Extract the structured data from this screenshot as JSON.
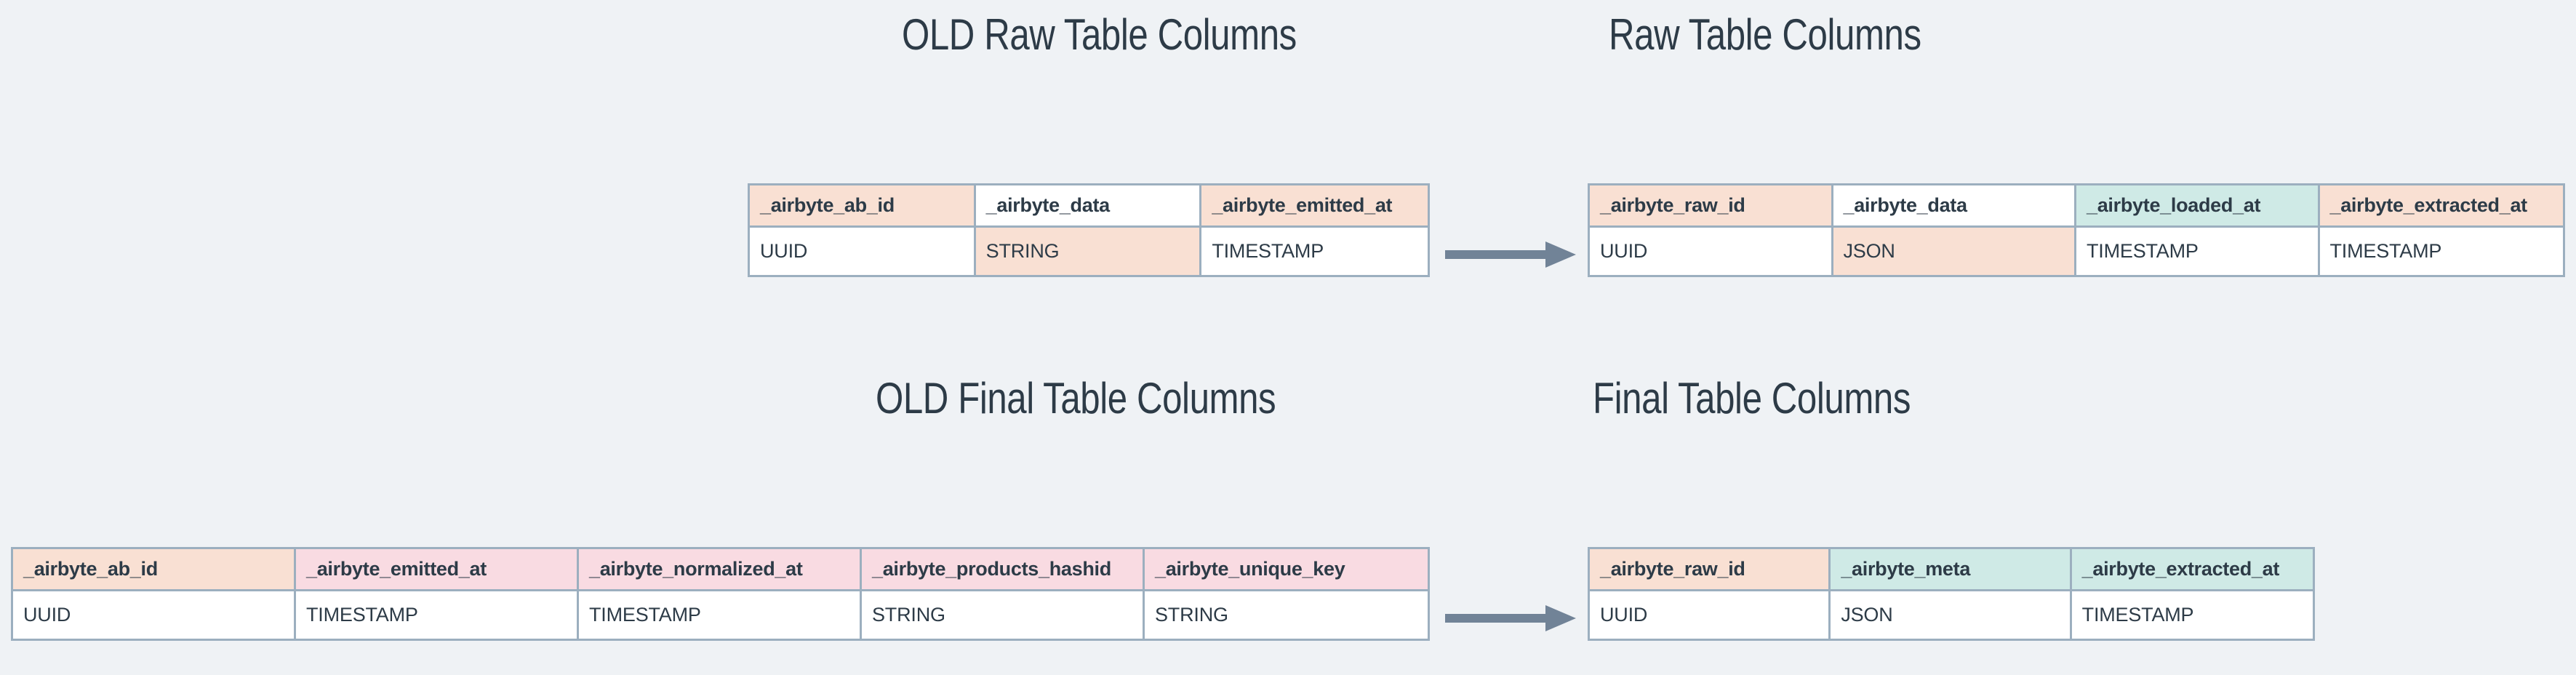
{
  "page": {
    "background_color": "#eff2f5",
    "text_color": "#2d3b47",
    "border_color": "#9cafbf",
    "arrow_color": "#718397",
    "peach_color": "#f9e0d3",
    "pink_color": "#f9dbe2",
    "mint_color": "#cfeae6"
  },
  "sections": {
    "old_raw": {
      "title": "OLD Raw Table Columns",
      "columns": [
        {
          "name": "_airbyte_ab_id",
          "type": "UUID",
          "header_fill": "peach",
          "type_fill": "white"
        },
        {
          "name": "_airbyte_data",
          "type": "STRING",
          "header_fill": "white",
          "type_fill": "peach"
        },
        {
          "name": "_airbyte_emitted_at",
          "type": "TIMESTAMP",
          "header_fill": "peach",
          "type_fill": "white"
        }
      ]
    },
    "new_raw": {
      "title": "Raw Table Columns",
      "columns": [
        {
          "name": "_airbyte_raw_id",
          "type": "UUID",
          "header_fill": "peach",
          "type_fill": "white"
        },
        {
          "name": "_airbyte_data",
          "type": "JSON",
          "header_fill": "white",
          "type_fill": "peach"
        },
        {
          "name": "_airbyte_loaded_at",
          "type": "TIMESTAMP",
          "header_fill": "mint",
          "type_fill": "white"
        },
        {
          "name": "_airbyte_extracted_at",
          "type": "TIMESTAMP",
          "header_fill": "peach",
          "type_fill": "white"
        }
      ]
    },
    "old_final": {
      "title": "OLD Final Table Columns",
      "columns": [
        {
          "name": "_airbyte_ab_id",
          "type": "UUID",
          "header_fill": "peach",
          "type_fill": "white"
        },
        {
          "name": "_airbyte_emitted_at",
          "type": "TIMESTAMP",
          "header_fill": "pink",
          "type_fill": "white"
        },
        {
          "name": "_airbyte_normalized_at",
          "type": "TIMESTAMP",
          "header_fill": "pink",
          "type_fill": "white"
        },
        {
          "name": "_airbyte_products_hashid",
          "type": "STRING",
          "header_fill": "pink",
          "type_fill": "white"
        },
        {
          "name": "_airbyte_unique_key",
          "type": "STRING",
          "header_fill": "pink",
          "type_fill": "white"
        }
      ]
    },
    "new_final": {
      "title": "Final Table Columns",
      "columns": [
        {
          "name": "_airbyte_raw_id",
          "type": "UUID",
          "header_fill": "peach",
          "type_fill": "white"
        },
        {
          "name": "_airbyte_meta",
          "type": "JSON",
          "header_fill": "mint",
          "type_fill": "white"
        },
        {
          "name": "_airbyte_extracted_at",
          "type": "TIMESTAMP",
          "header_fill": "mint",
          "type_fill": "white"
        }
      ]
    }
  },
  "arrows": {
    "raw_transition": "arrow-right-icon",
    "final_transition": "arrow-right-icon"
  }
}
